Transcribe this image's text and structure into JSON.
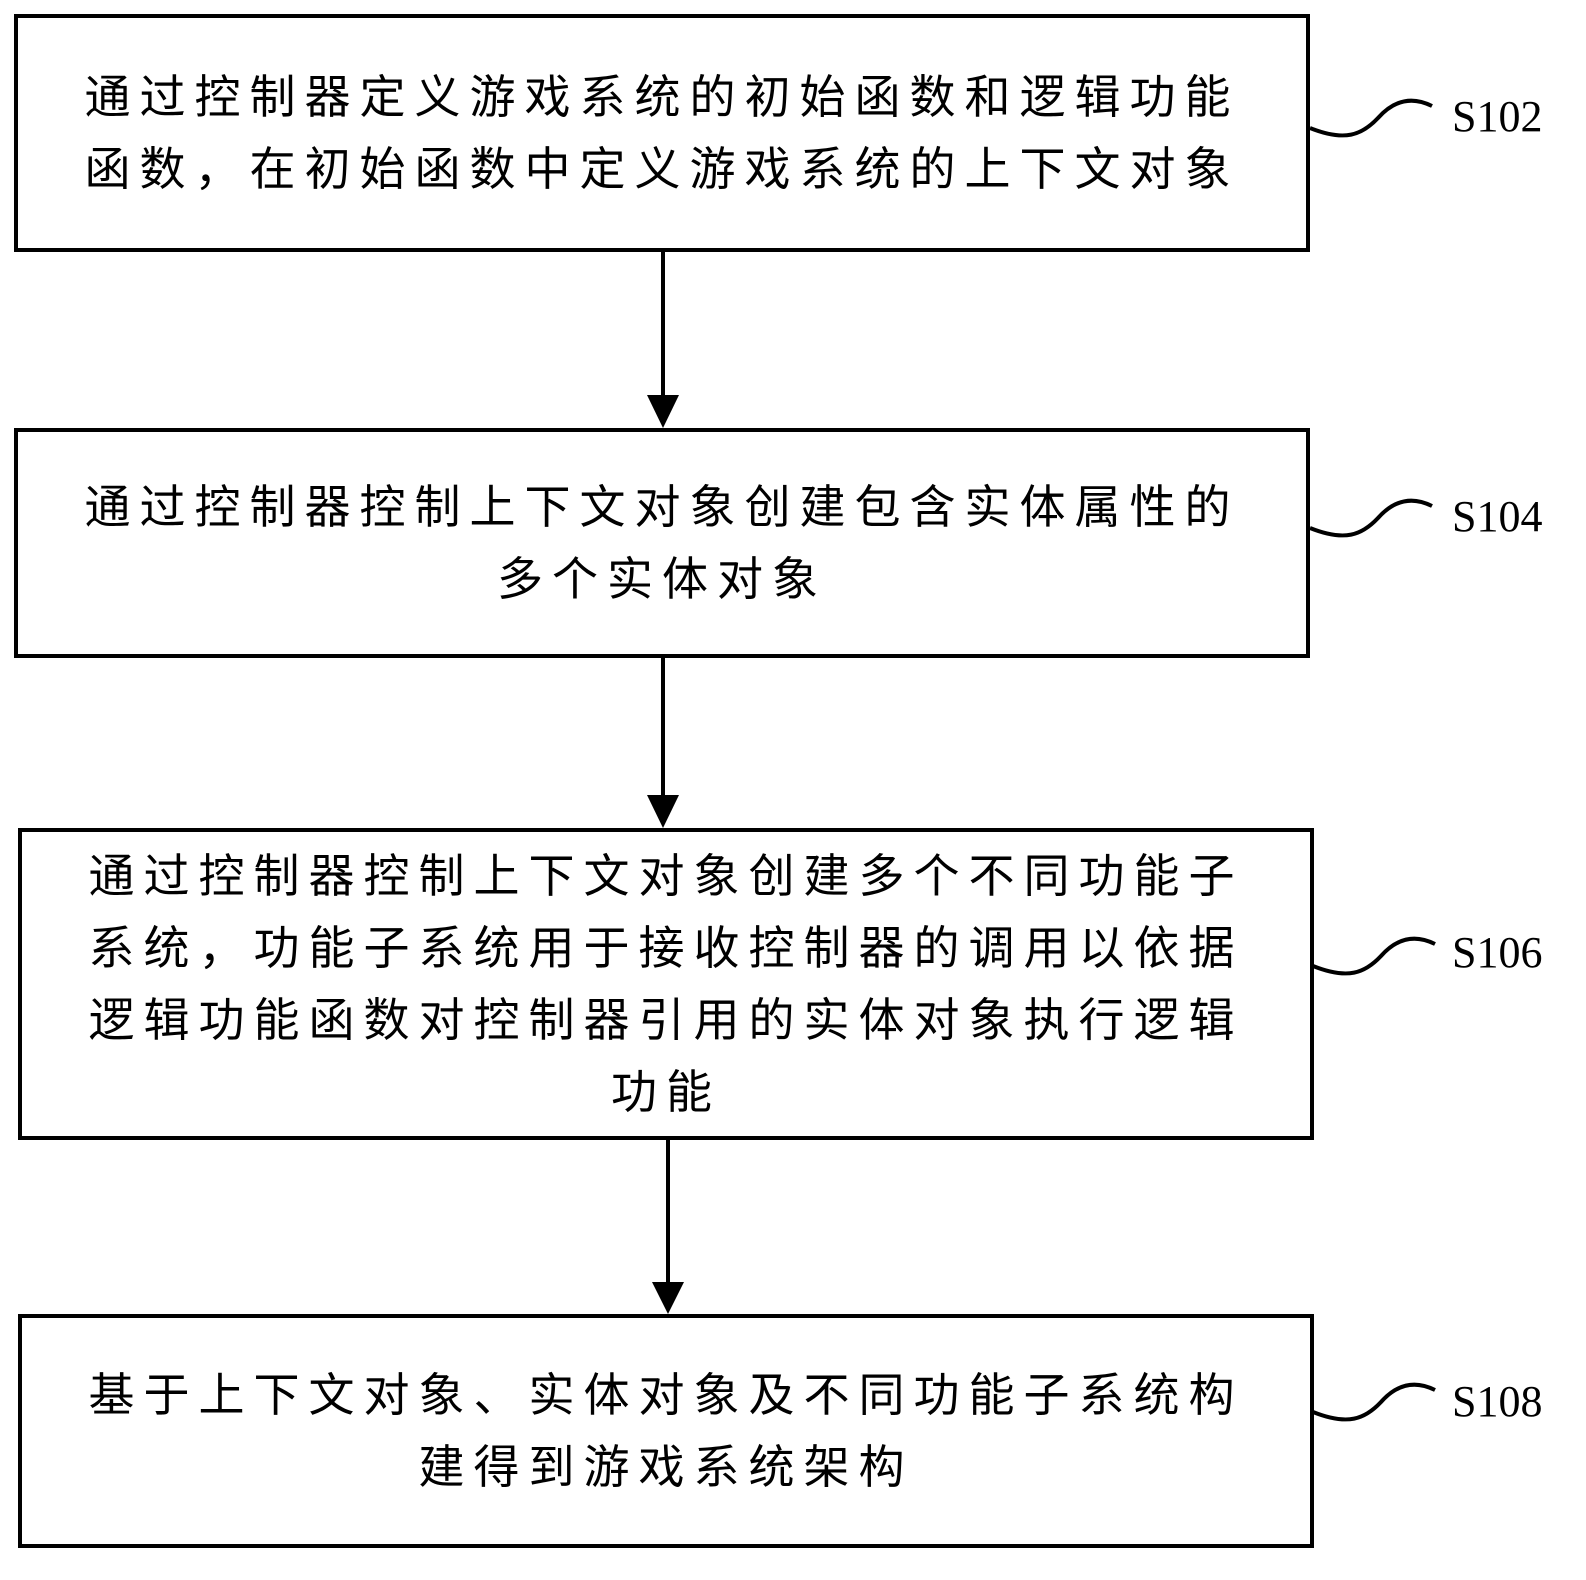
{
  "steps": [
    {
      "id": "S102",
      "label": "S102",
      "text": "通过控制器定义游戏系统的初始函数和逻辑功能\n函数，在初始函数中定义游戏系统的上下文对象"
    },
    {
      "id": "S104",
      "label": "S104",
      "text": "通过控制器控制上下文对象创建包含实体属性的\n多个实体对象"
    },
    {
      "id": "S106",
      "label": "S106",
      "text": "通过控制器控制上下文对象创建多个不同功能子\n系统，功能子系统用于接收控制器的调用以依据\n逻辑功能函数对控制器引用的实体对象执行逻辑\n功能"
    },
    {
      "id": "S108",
      "label": "S108",
      "text": "基于上下文对象、实体对象及不同功能子系统构\n建得到游戏系统架构"
    }
  ]
}
